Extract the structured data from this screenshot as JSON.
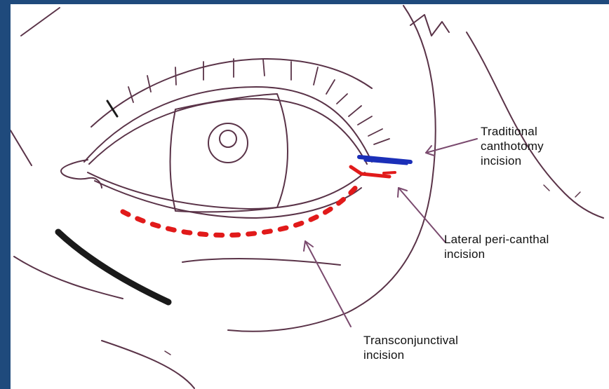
{
  "labels": {
    "traditional": "Traditional\ncanthotomy\nincision",
    "lateral": "Lateral peri-canthal\nincision",
    "transconjunctival": "Transconjunctival\nincision"
  },
  "colors": {
    "background_frame": "#1f4a7c",
    "sketch": "#5a3348",
    "traditional_incision": "#1b2fb8",
    "lateral_incision": "#e11a1a",
    "transconjunctival_incision": "#e11a1a",
    "dark_stroke": "#1a1a1a",
    "arrow": "#7a4a6e"
  }
}
